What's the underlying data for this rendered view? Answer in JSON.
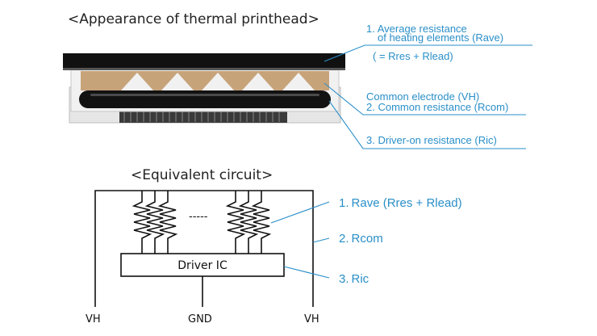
{
  "photo": {
    "title": "<Appearance of thermal printhead>",
    "label_1_line1": "1. Average resistance",
    "label_1_line2": "of heating elements (Rave)",
    "label_1_line3": "( = Rres + Rlead)",
    "label_common_electrode": "Common electrode (VH)",
    "label_2": "2. Common resistance (Rcom)",
    "label_3": "3. Driver-on resistance (Ric)"
  },
  "circuit": {
    "title": "<Equivalent circuit>",
    "dots": "-----",
    "driver_ic": "Driver IC",
    "vh_left": "VH",
    "gnd": "GND",
    "vh_right": "VH",
    "label_1_num": "1.",
    "label_1_text": "Rave (Rres + Rlead)",
    "label_2_num": "2.",
    "label_2_text": "Rcom",
    "label_3_num": "3.",
    "label_3_text": "Ric"
  },
  "colors": {
    "accent_blue": "#2a8fc8",
    "black": "#111111"
  }
}
